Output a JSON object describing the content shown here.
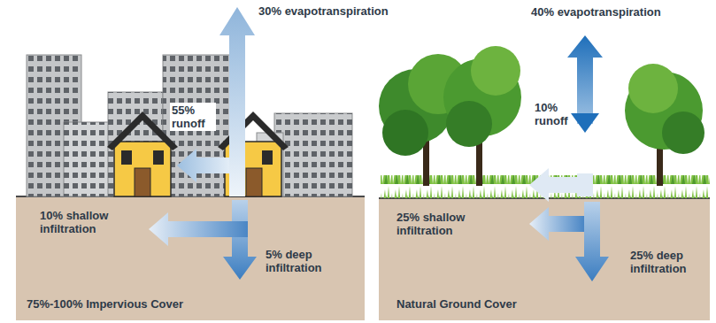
{
  "diagram": {
    "labels": [
      "30% evapotranspiration",
      "55% runoff",
      "10% shallow infiltration",
      "5% deep infiltration",
      "75%-100% Impervious Cover",
      "40% evapotranspiration",
      "10% runoff",
      "25% shallow infiltration",
      "25% deep infiltration",
      "Natural Ground Cover"
    ]
  }
}
